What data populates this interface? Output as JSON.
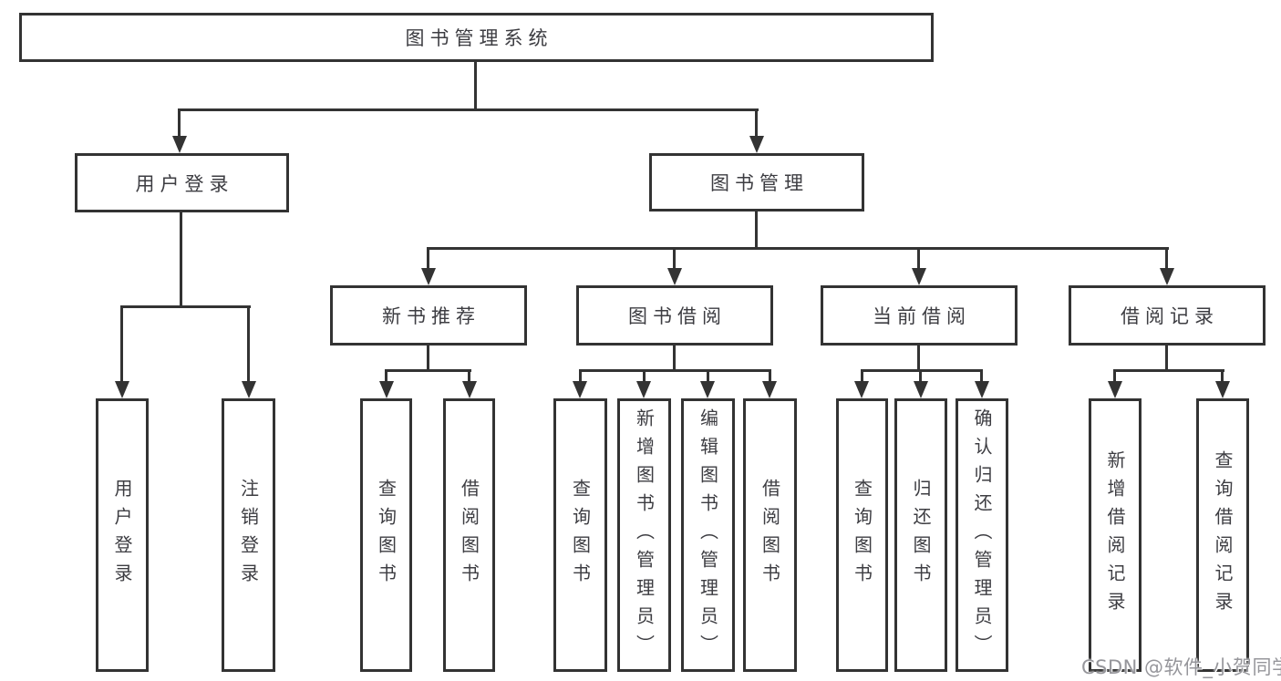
{
  "diagram": {
    "root": {
      "label": "图书管理系统"
    },
    "level2": [
      {
        "label": "用户登录"
      },
      {
        "label": "图书管理"
      }
    ],
    "level3": [
      {
        "label": "新书推荐"
      },
      {
        "label": "图书借阅"
      },
      {
        "label": "当前借阅"
      },
      {
        "label": "借阅记录"
      }
    ],
    "leaves": {
      "user_login": [
        "用户登录",
        "注销登录"
      ],
      "new_book": [
        "查询图书",
        "借阅图书"
      ],
      "book_borrow": [
        "查询图书",
        "新增图书（管理员）",
        "编辑图书（管理员）",
        "借阅图书"
      ],
      "current_borrow": [
        "查询图书",
        "归还图书",
        "确认归还（管理员）"
      ],
      "borrow_record": [
        "新增借阅记录",
        "查询借阅记录"
      ]
    }
  },
  "watermark": {
    "text": "CSDN @软件_小贺同学"
  },
  "colors": {
    "line": "#333333",
    "box_border": "#333333",
    "text": "#3d3d42",
    "watermark": "#96969b",
    "background": "#ffffff"
  }
}
